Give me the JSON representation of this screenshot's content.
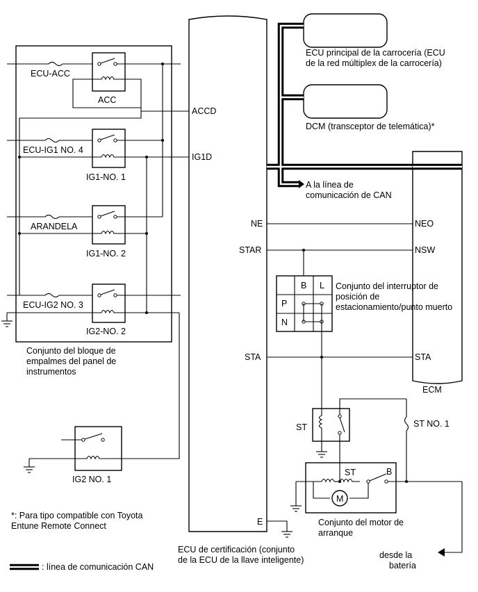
{
  "junction_block": {
    "title_line1": "Conjunto del bloque de",
    "title_line2": "empalmes del panel de",
    "title_line3": "instrumentos",
    "fuses": {
      "acc": "ECU-ACC",
      "ig1_no4": "ECU-IG1 NO. 4",
      "arandela": "ARANDELA",
      "ig2_no3": "ECU-IG2 NO. 3"
    },
    "relays": {
      "acc": "ACC",
      "ig1_no1": "IG1-NO. 1",
      "ig1_no2": "IG1-NO. 2",
      "ig2_no2": "IG2-NO. 2"
    }
  },
  "external_relay": {
    "ig2_no1": "IG2 NO. 1"
  },
  "certification_ecu": {
    "title_line1": "ECU de certificación (conjunto",
    "title_line2": "de la ECU de la llave inteligente)",
    "pins": {
      "accd": "ACCD",
      "ig1d": "IG1D",
      "ne": "NE",
      "star": "STAR",
      "sta": "STA",
      "e": "E"
    }
  },
  "body_ecu": {
    "line1": "ECU principal de la carrocería (ECU",
    "line2": "de la red múltiplex de la carrocería)"
  },
  "dcm": {
    "label": "DCM (transceptor de telemática)*"
  },
  "can_line": {
    "line1": "A la línea de",
    "line2": "comunicación de CAN"
  },
  "ecm": {
    "label": "ECM",
    "pins": {
      "neo": "NEO",
      "nsw": "NSW",
      "sta": "STA"
    }
  },
  "park_switch": {
    "title_line1": "Conjunto del interruptor de",
    "title_line2": "posición de",
    "title_line3": "estacionamiento/punto muerto",
    "col_b": "B",
    "col_l": "L",
    "row_p": "P",
    "row_n": "N"
  },
  "st_relay": {
    "label": "ST"
  },
  "st_no1": {
    "label": "ST NO. 1"
  },
  "starter": {
    "title_line1": "Conjunto del motor de",
    "title_line2": "arranque",
    "st_label": "ST",
    "b_label": "B",
    "motor_label": "M"
  },
  "battery": {
    "line1": "desde la",
    "line2": "batería"
  },
  "footnote": {
    "line1": "*: Para tipo compatible con Toyota",
    "line2": "Entune Remote Connect"
  },
  "legend": {
    "label": ": línea de comunicación CAN"
  }
}
